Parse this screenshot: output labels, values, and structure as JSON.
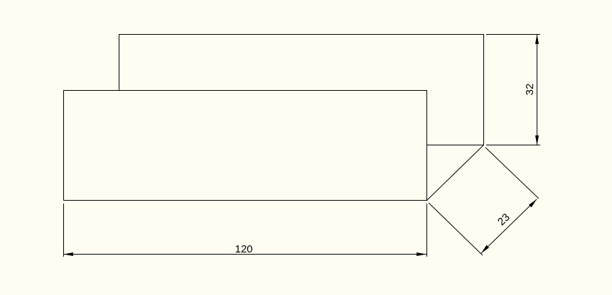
{
  "drawing": {
    "background_color": "#fffdf2",
    "line_color": "#000000"
  },
  "dimensions": {
    "bottom_width": "120",
    "right_height": "32",
    "diagonal_side": "23"
  }
}
